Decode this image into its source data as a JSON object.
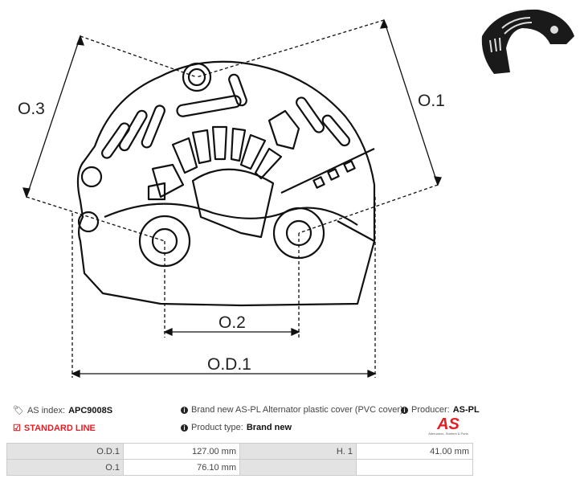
{
  "diagram": {
    "labels": {
      "o3": "O.3",
      "o1": "O.1",
      "o2": "O.2",
      "od1": "O.D.1"
    }
  },
  "info": {
    "as_index_label": "AS index:",
    "as_index_value": "APC9008S",
    "standard_line": "STANDARD LINE",
    "description": "Brand new AS-PL Alternator plastic cover (PVC cover)",
    "product_type_label": "Product type:",
    "product_type_value": "Brand new",
    "producer_label": "Producer:",
    "producer_value": "AS-PL",
    "logo_text": "AS",
    "logo_tagline": "Alternators, Starters & Parts"
  },
  "specs": {
    "rows": [
      {
        "label1": "O.D.1",
        "value1": "127.00 mm",
        "label2": "H. 1",
        "value2": "41.00 mm"
      },
      {
        "label1": "O.1",
        "value1": "76.10  mm",
        "label2": "",
        "value2": ""
      }
    ]
  },
  "colors": {
    "accent": "#e31e24",
    "table_label_bg": "#e3e3e3"
  }
}
